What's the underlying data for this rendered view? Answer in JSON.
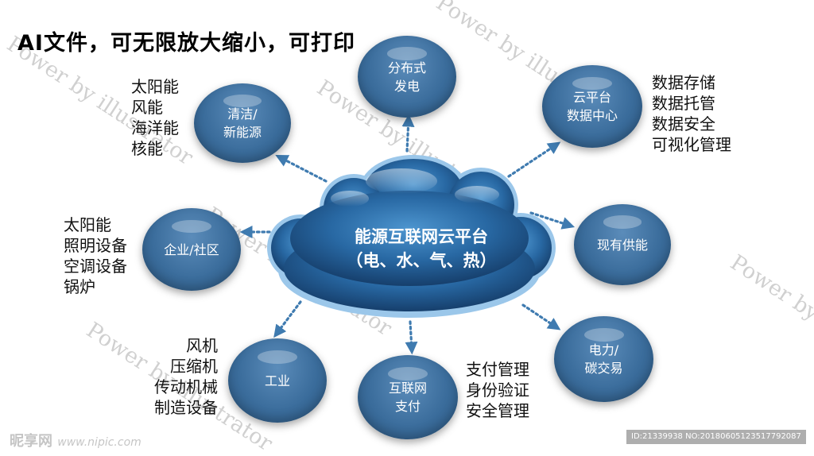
{
  "title": "AI文件，可无限放大缩小，可打印",
  "center": {
    "line1": "能源互联网云平台",
    "line2": "（电、水、气、热）"
  },
  "nodes": {
    "clean": {
      "line1": "清洁/",
      "line2": "新能源"
    },
    "distributed": {
      "line1": "分布式",
      "line2": "发电"
    },
    "cloud_dc": {
      "line1": "云平台",
      "line2": "数据中心"
    },
    "existing": {
      "line1": "现有供能"
    },
    "enterprise": {
      "line1": "企业/社区"
    },
    "industry": {
      "line1": "工业"
    },
    "payment": {
      "line1": "互联网",
      "line2": "支付"
    },
    "carbon": {
      "line1": "电力/",
      "line2": "碳交易"
    }
  },
  "lists": {
    "clean": [
      "太阳能",
      "风能",
      "海洋能",
      "核能"
    ],
    "enterprise": [
      "太阳能",
      "照明设备",
      "空调设备",
      "锅炉"
    ],
    "industry": [
      "风机",
      "压缩机",
      "传动机械",
      "制造设备"
    ],
    "payment": [
      "支付管理",
      "身份验证",
      "安全管理"
    ],
    "cloud_dc": [
      "数据存储",
      "数据托管",
      "数据安全",
      "可视化管理"
    ]
  },
  "watermark": "Power by illustrator",
  "footer": {
    "logo": "昵享网",
    "url": "www.nipic.com",
    "id": "ID:21339938 NO:20180605123517792087"
  },
  "colors": {
    "node": "#3b6d9c",
    "arrow": "#3f7bb0",
    "cloud_dark": "#1d4f85",
    "cloud_light": "#6fb3e6"
  }
}
